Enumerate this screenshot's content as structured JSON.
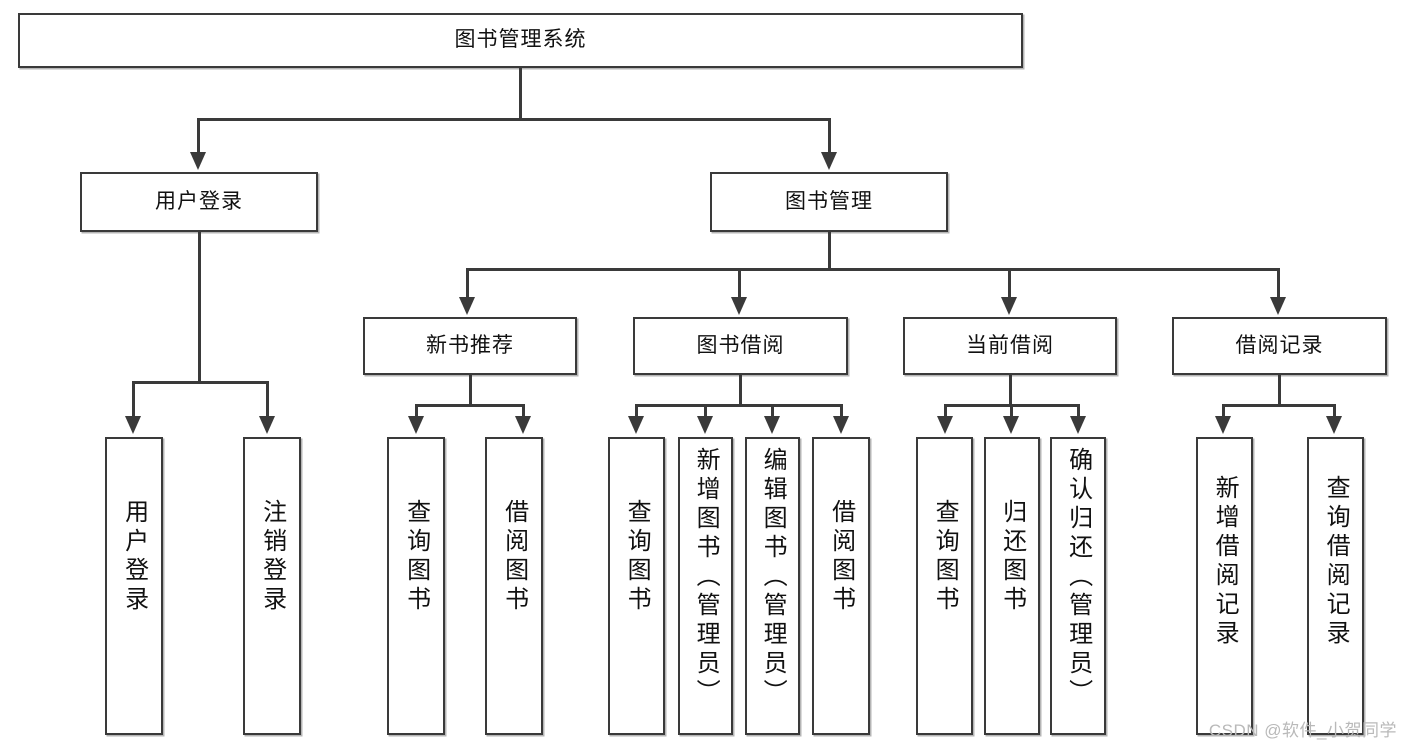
{
  "diagram": {
    "type": "tree-hierarchy",
    "title_node": {
      "label": "图书管理系统"
    },
    "level2": [
      {
        "id": "user-login",
        "label": "用户登录"
      },
      {
        "id": "book-management",
        "label": "图书管理"
      }
    ],
    "level3": [
      {
        "id": "new-book-recommend",
        "label": "新书推荐"
      },
      {
        "id": "book-borrow",
        "label": "图书借阅"
      },
      {
        "id": "current-borrow",
        "label": "当前借阅"
      },
      {
        "id": "borrow-record",
        "label": "借阅记录"
      }
    ],
    "leaves": {
      "user_login": [
        {
          "id": "leaf-user-login",
          "label": "用户登录"
        },
        {
          "id": "leaf-logout-login",
          "label": "注销登录"
        }
      ],
      "new_book_recommend": [
        {
          "id": "leaf-query-book-1",
          "label": "查询图书"
        },
        {
          "id": "leaf-borrow-book-1",
          "label": "借阅图书"
        }
      ],
      "book_borrow": [
        {
          "id": "leaf-query-book-2",
          "label": "查询图书"
        },
        {
          "id": "leaf-add-book",
          "label": "新增图书（管理员）"
        },
        {
          "id": "leaf-edit-book",
          "label": "编辑图书（管理员）"
        },
        {
          "id": "leaf-borrow-book-2",
          "label": "借阅图书"
        }
      ],
      "current_borrow": [
        {
          "id": "leaf-query-book-3",
          "label": "查询图书"
        },
        {
          "id": "leaf-return-book",
          "label": "归还图书"
        },
        {
          "id": "leaf-confirm-return",
          "label": "确认归还（管理员）"
        }
      ],
      "borrow_record": [
        {
          "id": "leaf-add-borrow-record",
          "label": "新增借阅记录"
        },
        {
          "id": "leaf-query-borrow-record",
          "label": "查询借阅记录"
        }
      ]
    }
  },
  "watermark": {
    "text": "CSDN @软件_小贺同学"
  },
  "colors": {
    "stroke": "#3a3a3a",
    "text": "#111111",
    "background": "#ffffff",
    "watermark": "#b9b9b9"
  }
}
